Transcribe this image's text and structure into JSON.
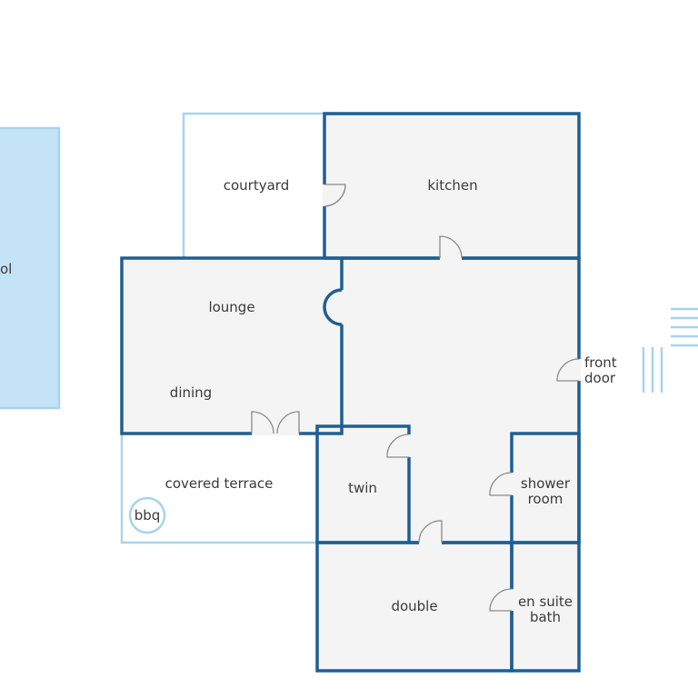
{
  "rooms": {
    "pool": "ol",
    "courtyard": "courtyard",
    "kitchen": "kitchen",
    "lounge": "lounge",
    "dining": "dining",
    "covered_terrace": "covered terrace",
    "bbq": "bbq",
    "twin": "twin",
    "double": "double",
    "front_door_line1": "front",
    "front_door_line2": "door",
    "shower_room_line1": "shower",
    "shower_room_line2": "room",
    "en_suite_line1": "en suite",
    "en_suite_line2": "bath"
  },
  "colors": {
    "wall": "#1d5f94",
    "outdoor_outline": "#a9d3ec",
    "pool_fill": "#c5e3f7",
    "room_fill": "#f4f4f4",
    "door_swing": "#8a8a8a"
  }
}
